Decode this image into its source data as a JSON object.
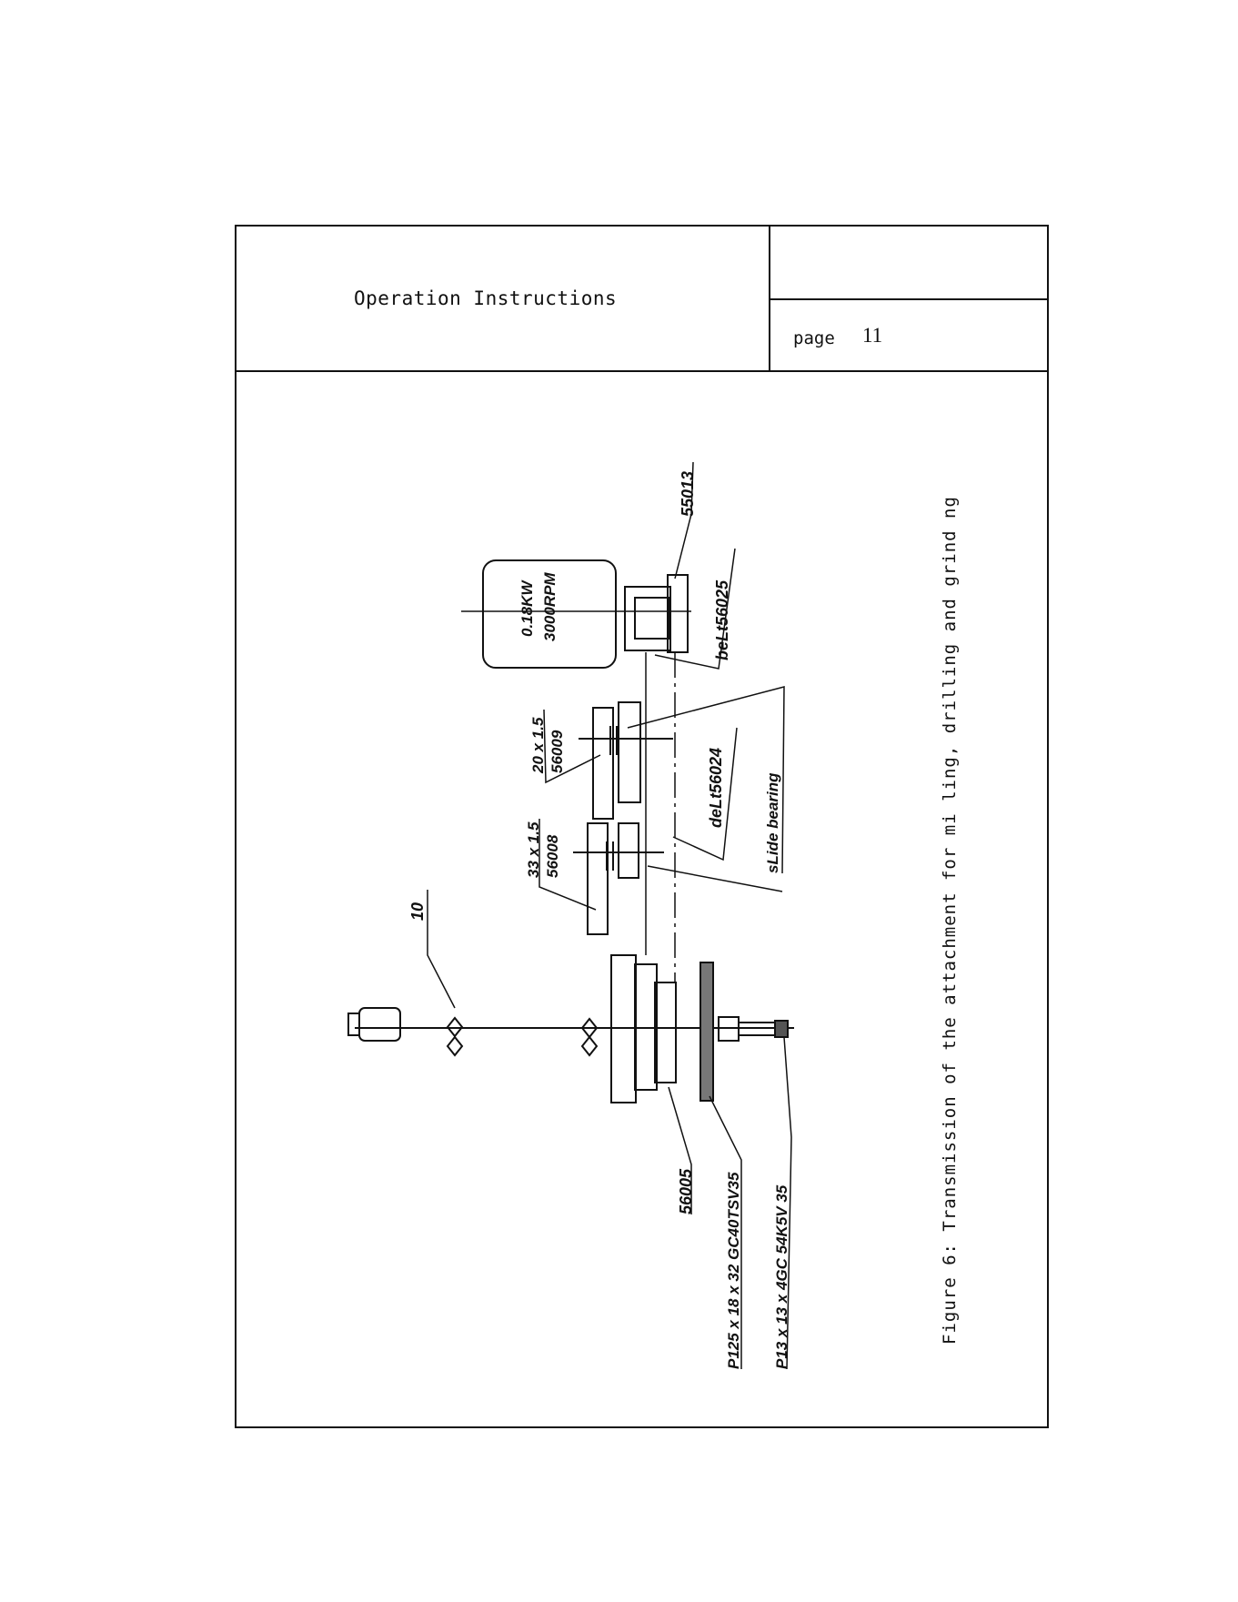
{
  "header": {
    "title": "Operation Instructions",
    "page_label": "page",
    "page_number": "11"
  },
  "figure": {
    "caption": "Figure 6: Transmission of the attachment for mi ling, drilling and grind ng",
    "labels": {
      "motor_power": "0.18KW",
      "motor_speed": "3000RPM",
      "part_55013": "55013",
      "belt_56025": "beLt56025",
      "gear_20_top": "20 x 1.5",
      "gear_20_bottom": "56009",
      "belt_56024": "deLt56024",
      "slide_bearing": "sLide bearing",
      "gear_33_top": "33 x 1.5",
      "gear_33_bottom": "56008",
      "part_10": "10",
      "part_56005": "56005",
      "wheel_p125": "P125 x 18 x 32 GC40TSV35",
      "tool_p13": "P13 x 13 x 4GC 54K5V 35"
    }
  }
}
